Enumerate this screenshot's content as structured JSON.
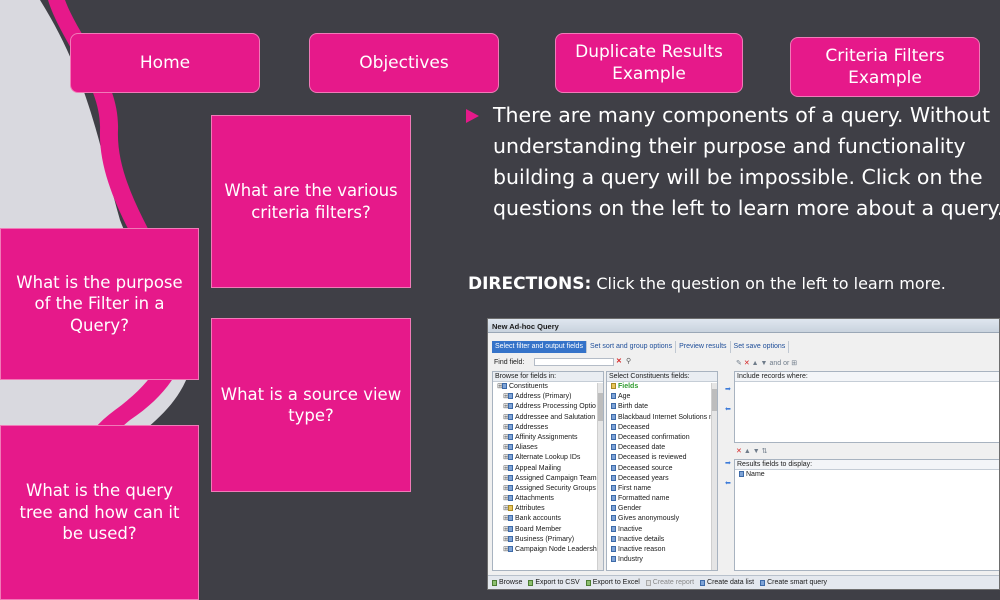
{
  "nav": {
    "home": "Home",
    "objectives": "Objectives",
    "duplicate_line1": "Duplicate Results",
    "duplicate_line2": "Example",
    "criteria_line1": "Criteria Filters",
    "criteria_line2": "Example"
  },
  "questions": {
    "criteria_filters": "What are the various criteria filters?",
    "filter_purpose": "What is the purpose of the Filter in a Query?",
    "source_view": "What is a source view type?",
    "query_tree": "What is the query tree and how can it be used?"
  },
  "intro": {
    "lines": [
      "There are many components of a query. Without",
      "understanding their purpose and functionality",
      "building a query will be impossible. Click on the",
      "questions on the left to learn more about a query."
    ]
  },
  "directions": {
    "label": "DIRECTIONS:",
    "text": "Click the question on the left to learn more."
  },
  "screenshot": {
    "title": "New Ad-hoc Query",
    "tabs": [
      "Select filter and output fields",
      "Set sort and group options",
      "Preview results",
      "Set save options"
    ],
    "find_label": "Find field:",
    "browse_header": "Browse for fields in:",
    "tree": [
      "Constituents",
      "Address (Primary)",
      "Address Processing Optio",
      "Addressee and Salutation",
      "Addresses",
      "Affinity Assignments",
      "Aliases",
      "Alternate Lookup IDs",
      "Appeal Mailing",
      "Assigned Campaign Team",
      "Assigned Security Groups",
      "Attachments",
      "Attributes",
      "Bank accounts",
      "Board Member",
      "Business (Primary)",
      "Campaign Node Leadersh"
    ],
    "fields_header": "Select Constituents fields:",
    "fields_group": "Fields",
    "fields": [
      "Age",
      "Birth date",
      "Blackbaud Internet Solutions me",
      "Deceased",
      "Deceased confirmation",
      "Deceased date",
      "Deceased is reviewed",
      "Deceased source",
      "Deceased years",
      "First name",
      "Formatted name",
      "Gender",
      "Gives anonymously",
      "Inactive",
      "Inactive details",
      "Inactive reason",
      "Industry"
    ],
    "include_header": "Include records where:",
    "results_header": "Results fields to display:",
    "results": [
      "Name"
    ],
    "toolbar_and": "and",
    "toolbar_or": "or",
    "bottom_actions": [
      "Browse",
      "Export to CSV",
      "Export to Excel",
      "Create report",
      "Create data list",
      "Create smart query"
    ]
  }
}
